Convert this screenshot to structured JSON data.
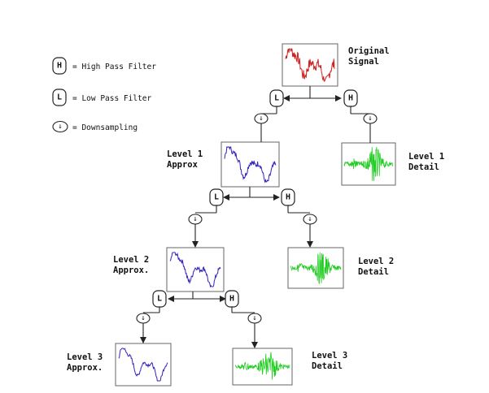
{
  "legend": {
    "high_pass": {
      "symbol": "H",
      "text": "= High Pass Filter"
    },
    "low_pass": {
      "symbol": "L",
      "text": "= Low Pass Filter"
    },
    "downsampling": {
      "symbol": "↓",
      "text": "= Downsampling"
    }
  },
  "original": {
    "line1": "Original",
    "line2": "Signal"
  },
  "level1_approx": {
    "line1": "Level 1",
    "line2": "Approx"
  },
  "level1_detail": {
    "line1": "Level 1",
    "line2": "Detail"
  },
  "level2_approx": {
    "line1": "Level 2",
    "line2": "Approx."
  },
  "level2_detail": {
    "line1": "Level 2",
    "line2": "Detail"
  },
  "level3_approx": {
    "line1": "Level 3",
    "line2": "Approx."
  },
  "level3_detail": {
    "line1": "Level 3",
    "line2": "Detail"
  },
  "filters": {
    "high": "H",
    "low": "L",
    "down": "↓"
  },
  "colors": {
    "original_signal": "#cc2222",
    "approx_signal": "#3322bb",
    "detail_signal": "#22cc22",
    "lines": "#222222"
  }
}
